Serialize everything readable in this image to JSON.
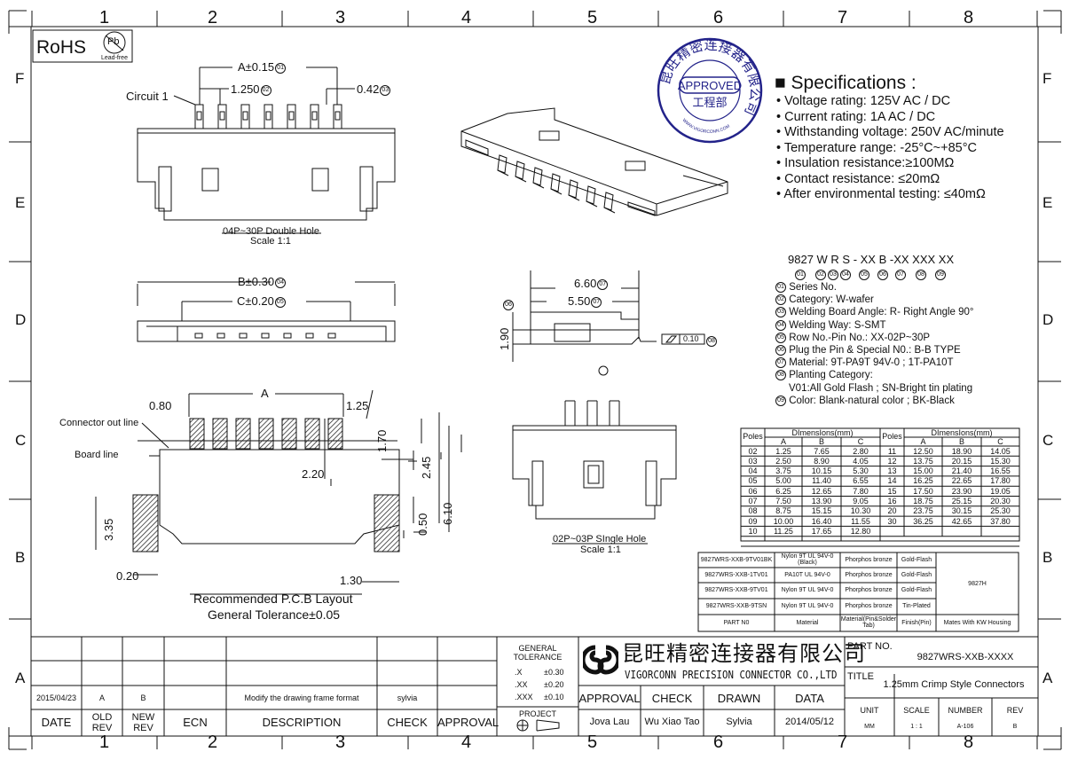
{
  "grid": {
    "cols": [
      "1",
      "2",
      "3",
      "4",
      "5",
      "6",
      "7",
      "8"
    ],
    "rows": [
      "F",
      "E",
      "D",
      "C",
      "B",
      "A"
    ]
  },
  "rohs": {
    "label": "RoHS",
    "pb": "Pb",
    "sub": "Lead-free"
  },
  "views": {
    "top": {
      "dim_a": "A±0.15",
      "circ_a": "01",
      "pitch": "1.250",
      "circ_pitch": "02",
      "pin": "0.42",
      "circ_pin": "03",
      "circuit1": "Circuit 1",
      "caption": "04P~30P Double Hole",
      "scale": "Scale 1:1"
    },
    "front": {
      "dim_b": "B±0.30",
      "circ_b": "04",
      "dim_c": "C±0.20",
      "circ_c": "05"
    },
    "side": {
      "d660": "6.60",
      "c660": "07",
      "d550": "5.50",
      "c550": "07",
      "c06": "06",
      "d190": "1.90",
      "flat": "0.10",
      "cflat": "08"
    },
    "single": {
      "caption": "02P~03P SIngle Hole",
      "scale": "Scale 1:1"
    },
    "pcb": {
      "a": "A",
      "d080": "0.80",
      "d125": "1.25",
      "conn": "Connector out line",
      "board": "Board line",
      "d170": "1.70",
      "d220": "2.20",
      "d245": "2.45",
      "d335": "3.35",
      "d050": "0.50",
      "d610": "6.10",
      "d020": "0.20",
      "d130": "1.30",
      "title": "Recommended P.C.B Layout",
      "tol": "General Tolerance±0.05"
    }
  },
  "stamp": {
    "ring": "昆旺精密连接器有限公司",
    "approved": "APPROVED",
    "dept": "工程部",
    "url": "WWW.VIGORCONN.COM"
  },
  "specs": {
    "title": "Specifications :",
    "items": [
      "Voltage rating: 125V AC / DC",
      "Current rating: 1A  AC / DC",
      "Withstanding voltage: 250V AC/minute",
      "Temperature range: -25°C~+85°C",
      "Insulation resistance:≥100MΩ",
      "Contact resistance: ≤20mΩ",
      "After environmental testing: ≤40mΩ"
    ]
  },
  "code": {
    "part": "9827 W R S - XX B -XX XXX XX",
    "nums": [
      "01",
      "02",
      "03",
      "04",
      "05",
      "06",
      "07",
      "08",
      "09"
    ],
    "items": [
      {
        "n": "01",
        "t": "Series No."
      },
      {
        "n": "02",
        "t": "Category:  W-wafer"
      },
      {
        "n": "03",
        "t": "Welding Board Angle:  R- Right Angle 90°"
      },
      {
        "n": "04",
        "t": "Welding Way: S-SMT"
      },
      {
        "n": "05",
        "t": "Row No.-Pin No.: XX-02P~30P"
      },
      {
        "n": "06",
        "t": "Plug the Pin & Special N0.: B-B TYPE"
      },
      {
        "n": "07",
        "t": "Material:  9T-PA9T 94V-0 ; 1T-PA10T"
      },
      {
        "n": "08",
        "t": "Planting Category:"
      },
      {
        "n": "",
        "t": "V01:All Gold Flash ; SN-Bright tin plating"
      },
      {
        "n": "09",
        "t": "Color:  Blank-natural color ; BK-Black"
      }
    ]
  },
  "dim_table": {
    "poles": "Poles",
    "dims": "DImensIons(mm)",
    "cols": [
      "A",
      "B",
      "C"
    ],
    "left": [
      [
        "02",
        "1.25",
        "7.65",
        "2.80"
      ],
      [
        "03",
        "2.50",
        "8.90",
        "4.05"
      ],
      [
        "04",
        "3.75",
        "10.15",
        "5.30"
      ],
      [
        "05",
        "5.00",
        "11.40",
        "6.55"
      ],
      [
        "06",
        "6.25",
        "12.65",
        "7.80"
      ],
      [
        "07",
        "7.50",
        "13.90",
        "9.05"
      ],
      [
        "08",
        "8.75",
        "15.15",
        "10.30"
      ],
      [
        "09",
        "10.00",
        "16.40",
        "11.55"
      ],
      [
        "10",
        "11.25",
        "17.65",
        "12.80"
      ]
    ],
    "right": [
      [
        "11",
        "12.50",
        "18.90",
        "14.05"
      ],
      [
        "12",
        "13.75",
        "20.15",
        "15.30"
      ],
      [
        "13",
        "15.00",
        "21.40",
        "16.55"
      ],
      [
        "14",
        "16.25",
        "22.65",
        "17.80"
      ],
      [
        "15",
        "17.50",
        "23.90",
        "19.05"
      ],
      [
        "16",
        "18.75",
        "25.15",
        "20.30"
      ],
      [
        "20",
        "23.75",
        "30.15",
        "25.30"
      ],
      [
        "30",
        "36.25",
        "42.65",
        "37.80"
      ]
    ]
  },
  "mat_table": {
    "rows": [
      [
        "9827WRS-XXB-9TV01BK",
        "Nylon 9T  UL 94V-0 (Black)",
        "Phorphos bronze",
        "Gold-Flash"
      ],
      [
        "9827WRS-XXB-1TV01",
        "PA10T  UL 94V-0",
        "Phorphos bronze",
        "Gold-Flash"
      ],
      [
        "9827WRS-XXB-9TV01",
        "Nylon 9T  UL 94V-0",
        "Phorphos bronze",
        "Gold-Flash"
      ],
      [
        "9827WRS-XXB-9TSN",
        "Nylon 9T  UL 94V-0",
        "Phorphos bronze",
        "Tin-Plated"
      ]
    ],
    "mates": "9827H",
    "header": [
      "PART N0",
      "Material",
      "Material(Pin&Solder Tab)",
      "Finish(Pin)",
      "Mates With  KW Housing"
    ]
  },
  "title_block": {
    "rev_row": {
      "date": "2015/04/23",
      "old": "A",
      "new": "B",
      "desc": "Modify the drawing frame format",
      "check": "sylvia"
    },
    "headers": {
      "date": "DATE",
      "old": "OLD REV",
      "new": "NEW REV",
      "ecn": "ECN",
      "desc": "DESCRIPTION",
      "check": "CHECK",
      "approval": "APPROVAL"
    },
    "tolerance": {
      "title": "GENERAL TOLERANCE",
      "rows": [
        [
          ".X",
          "±0.30"
        ],
        [
          ".XX",
          "±0.20"
        ],
        [
          ".XXX",
          "±0.10"
        ]
      ]
    },
    "project": "PROJECT",
    "company_cn": "昆旺精密连接器有限公司",
    "company_en": "VIGORCONN PRECISION CONNECTOR CO.,LTD",
    "approval_row": {
      "h": [
        "APPROVAL",
        "CHECK",
        "DRAWN",
        "DATA"
      ],
      "v": [
        "Jova Lau",
        "Wu Xiao Tao",
        "Sylvia",
        "2014/05/12"
      ]
    },
    "part_no_label": "PART NO.",
    "part_no": "9827WRS-XXB-XXXX",
    "title_label": "TITLE",
    "title": "1.25mm Crimp Style Connectors",
    "unit": {
      "h": [
        "UNIT",
        "SCALE",
        "NUMBER",
        "REV"
      ],
      "v": [
        "MM",
        "1 : 1",
        "A-106",
        "B"
      ]
    }
  }
}
